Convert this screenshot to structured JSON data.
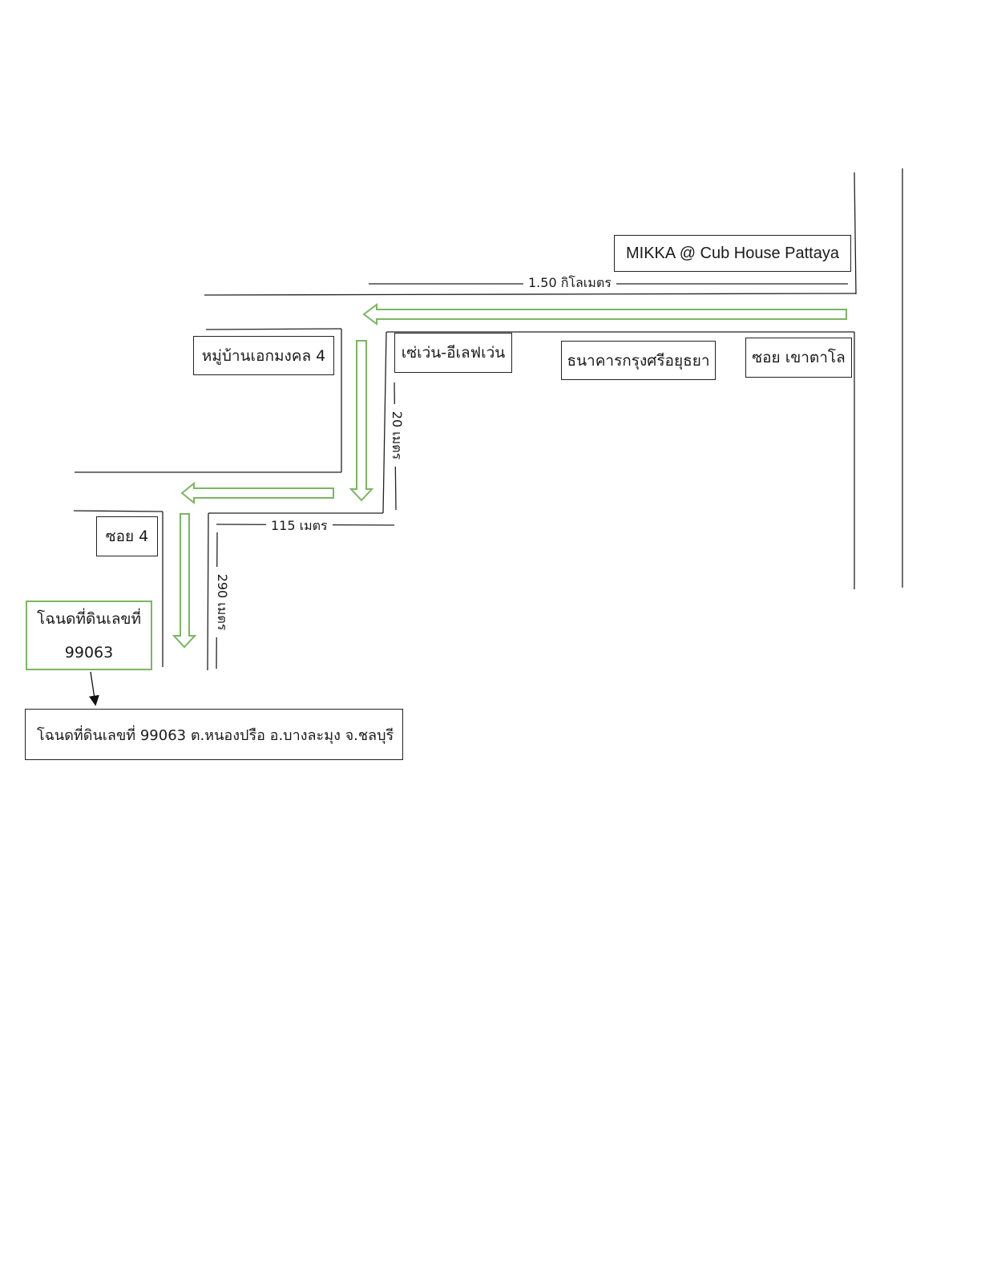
{
  "landmarks": {
    "mikka": "MIKKA @ Cub House Pattaya",
    "village": "หมู่บ้านเอกมงคล 4",
    "seven_eleven": "เซ่เว่น-อีเลฟเว่น",
    "bank": "ธนาคารกรุงศรีอยุธยา",
    "soi_khao_talo": "ซอย เขาตาโล",
    "soi_4": "ซอย 4",
    "deed_line1": "โฉนดที่ดินเลขที่",
    "deed_line2": "99063",
    "deed_full": "โฉนดที่ดินเลขที่ 99063 ต.หนองปรือ อ.บางละมุง จ.ชลบุรี"
  },
  "distances": {
    "d1": "1.50 กิโลเมตร",
    "d2": "20 เมตร",
    "d3": "115 เมตร",
    "d4": "290 เมตร"
  },
  "colors": {
    "route_arrow": "#7bb661",
    "road_line": "#222222"
  }
}
